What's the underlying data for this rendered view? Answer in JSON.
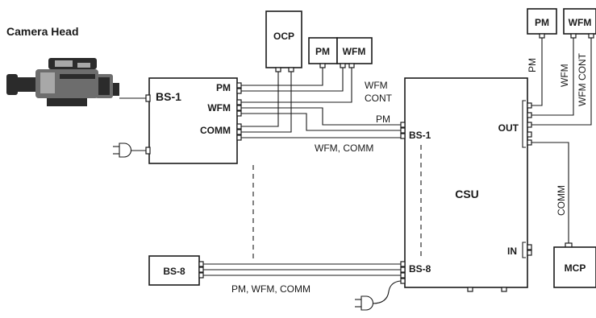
{
  "devices": {
    "camera_head": "Camera Head",
    "bs1": "BS-1",
    "bs8": "BS-8",
    "ocp": "OCP",
    "csu": "CSU",
    "mcp": "MCP",
    "pm": "PM",
    "wfm": "WFM"
  },
  "ports": {
    "bs1_pm": "PM",
    "bs1_wfm": "WFM",
    "bs1_comm": "COMM",
    "csu_bs1": "BS-1",
    "csu_bs8": "BS-8",
    "csu_out": "OUT",
    "csu_in": "IN"
  },
  "cable_labels": {
    "wfm_cont_line1": "WFM",
    "wfm_cont_line2": "CONT",
    "pm": "PM",
    "wfm_comm": "WFM, COMM",
    "pm_wfm_comm": "PM, WFM, COMM",
    "out_pm": "PM",
    "out_wfm": "WFM",
    "out_wfm_cont": "WFM CONT",
    "comm": "COMM"
  },
  "icons": [
    "camera-head-icon",
    "power-plug-icon"
  ]
}
